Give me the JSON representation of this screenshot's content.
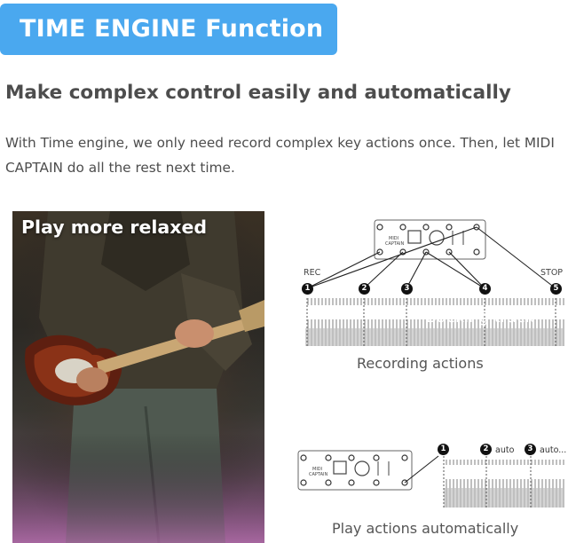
{
  "badge": {
    "label": "TIME ENGINE Function"
  },
  "headline": "Make complex control easily and automatically",
  "description": "With Time engine, we only need record complex key actions once. Then, let MIDI CAPTAIN do all the rest next time.",
  "photo": {
    "title": "Play more relaxed"
  },
  "recording": {
    "rec_label": "REC",
    "stop_label": "STOP",
    "markers": [
      "1",
      "2",
      "3",
      "4",
      "5"
    ],
    "track_label": "Backing track",
    "caption": "Recording actions",
    "device_brand": "MIDI",
    "device_model": "CAPTAIN"
  },
  "playback": {
    "markers": [
      "1",
      "2",
      "3"
    ],
    "auto_labels": [
      "auto",
      "auto..."
    ],
    "caption": "Play actions automatically",
    "device_brand": "MIDI",
    "device_model": "CAPTAIN"
  },
  "colors": {
    "badge": "#4aa8ef",
    "text": "#4d4d4d",
    "waveform": "#b8b8b8"
  }
}
